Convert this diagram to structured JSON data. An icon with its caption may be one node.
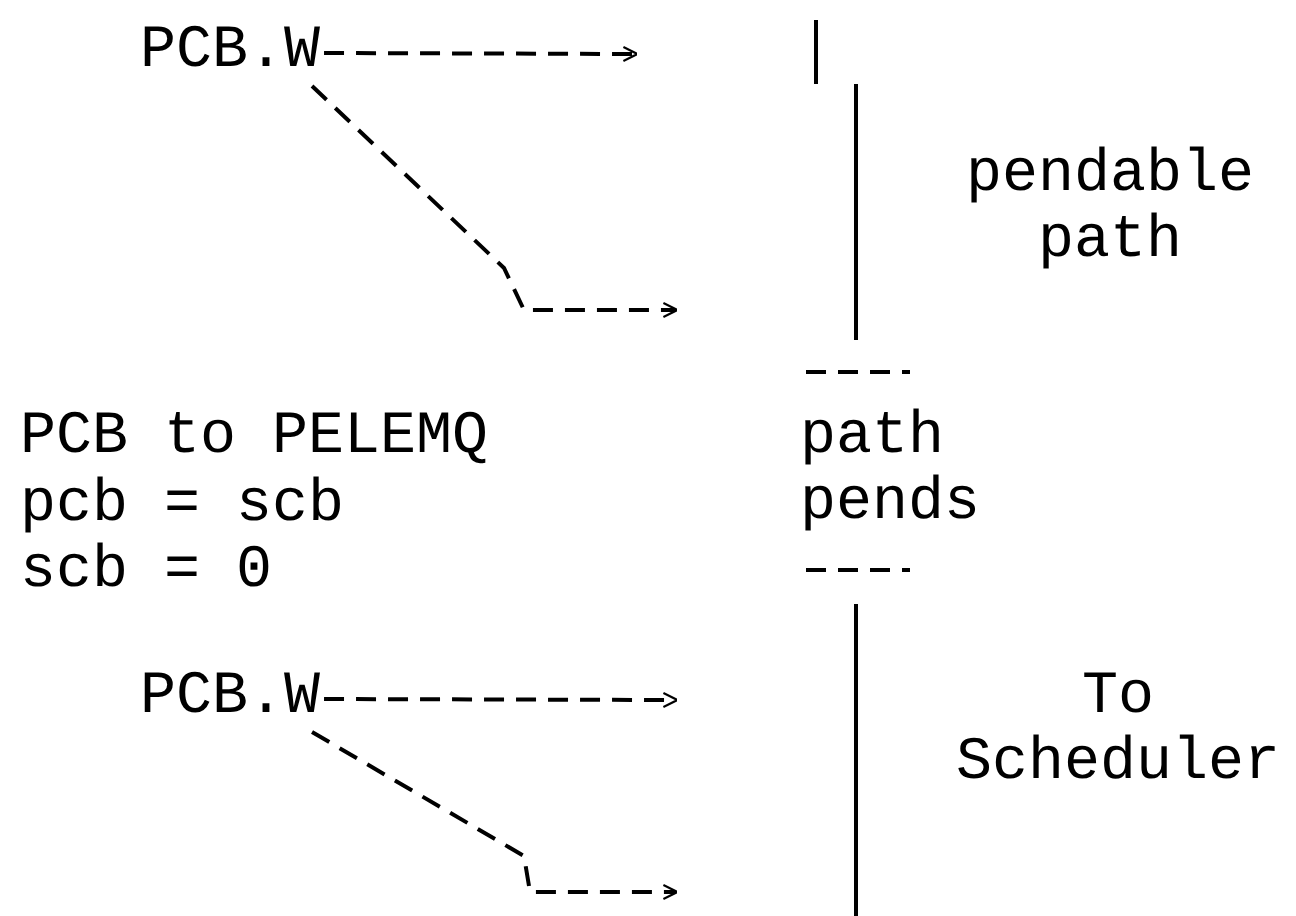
{
  "diagram": {
    "nodes": [
      {
        "text": [
          "PCB.W"
        ]
      },
      {
        "text": [
          "path pends"
        ]
      },
      {
        "text": [
          "PCB.W"
        ]
      }
    ],
    "edges": [
      {
        "from": 0,
        "to": null,
        "arrow": "to",
        "style": "dashed"
      },
      {
        "from": 0,
        "to": null,
        "arrow": "to",
        "style": "dashed"
      },
      {
        "from": 2,
        "to": null,
        "arrow": "to",
        "style": "dashed"
      },
      {
        "from": 2,
        "to": null,
        "arrow": "to",
        "style": "dashed"
      }
    ],
    "labels": [
      "pendable path",
      "PCB to PELEMQ",
      "pcb = scb",
      "scb = 0",
      "To Scheduler"
    ]
  }
}
